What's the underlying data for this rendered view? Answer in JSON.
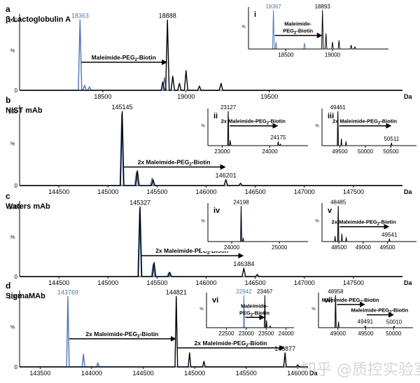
{
  "colors": {
    "primary": "#000000",
    "secondary": "#4a76b5"
  },
  "watermark": "知乎 @质控实验室",
  "chart_data": [
    {
      "panel": "a",
      "type": "line",
      "sample": "β-Lactoglobulin A",
      "xlim": [
        18000,
        20300
      ],
      "xunit": "Da",
      "ylabel": "%",
      "x_ticks": [
        18500,
        19000,
        19500
      ],
      "y_ticks": [
        {
          "v": 0,
          "label": "0"
        },
        {
          "v": 100,
          "label": "100"
        }
      ],
      "series": [
        {
          "color": "secondary",
          "peaks": [
            [
              18363,
              100
            ],
            [
              18390,
              7
            ],
            [
              18420,
              5
            ],
            [
              18870,
              18
            ]
          ]
        },
        {
          "color": "primary",
          "peaks": [
            [
              18888,
              100
            ],
            [
              18860,
              12
            ],
            [
              18920,
              20
            ],
            [
              18960,
              10
            ],
            [
              19000,
              28
            ],
            [
              19080,
              6
            ],
            [
              19210,
              10
            ]
          ]
        }
      ],
      "labels": [
        {
          "text": "18363",
          "x": 18363,
          "color": "secondary"
        },
        {
          "text": "18888",
          "x": 18888,
          "color": "primary"
        }
      ],
      "arrows": [
        {
          "text": "Maleimide-PEG",
          "sub": "2",
          "suffix": "-Biotin",
          "from": 18363,
          "to": 18888,
          "y": 40
        }
      ]
    },
    {
      "panel": "i",
      "type": "line",
      "inset": true,
      "xlim": [
        18100,
        19600
      ],
      "x_ticks": [
        18500,
        19000
      ],
      "ylabel": "%",
      "series": [
        {
          "color": "secondary",
          "peaks": [
            [
              18367,
              100
            ],
            [
              18395,
              18
            ],
            [
              18700,
              15
            ]
          ]
        },
        {
          "color": "primary",
          "peaks": [
            [
              18893,
              100
            ],
            [
              18930,
              40
            ],
            [
              19000,
              18
            ],
            [
              19070,
              22
            ],
            [
              19200,
              10
            ],
            [
              19240,
              6
            ]
          ]
        }
      ],
      "labels": [
        {
          "text": "18367",
          "x": 18367,
          "color": "secondary"
        },
        {
          "text": "18893",
          "x": 18893,
          "color": "primary"
        }
      ],
      "arrows": [
        {
          "text": "Maleimide-",
          "line2": "PEG",
          "sub": "2",
          "suffix": "-Biotin",
          "from": 18367,
          "to": 18893,
          "y": 35
        }
      ]
    },
    {
      "panel": "b",
      "type": "line",
      "sample": "NIST mAb",
      "xlim": [
        144100,
        148000
      ],
      "xunit": "Da",
      "ylabel": "%",
      "x_ticks": [
        144500,
        145000,
        145500,
        146000,
        146500,
        147000,
        147500
      ],
      "y_ticks": [
        {
          "v": 0,
          "label": "0"
        },
        {
          "v": 100,
          "label": "100"
        }
      ],
      "series": [
        {
          "color": "secondary",
          "peaks": [
            [
              145140,
              97
            ],
            [
              145290,
              18
            ],
            [
              145450,
              10
            ]
          ]
        },
        {
          "color": "primary",
          "peaks": [
            [
              145145,
              100
            ],
            [
              145300,
              20
            ],
            [
              145460,
              8
            ],
            [
              146201,
              8
            ],
            [
              146350,
              3
            ]
          ]
        }
      ],
      "labels": [
        {
          "text": "145145",
          "x": 145145,
          "color": "primary"
        },
        {
          "text": "146201",
          "x": 146201,
          "color": "primary"
        }
      ],
      "arrows": [
        {
          "text": "2x Maleimide-PEG",
          "sub": "2",
          "suffix": "-Biotin",
          "from": 145145,
          "to": 146201,
          "y": 25
        }
      ]
    },
    {
      "panel": "ii",
      "type": "line",
      "inset": true,
      "xlim": [
        22700,
        24800
      ],
      "x_ticks": [
        23000,
        24000
      ],
      "ylabel": "%",
      "series": [
        {
          "color": "secondary",
          "peaks": [
            [
              23125,
              98
            ]
          ]
        },
        {
          "color": "primary",
          "peaks": [
            [
              23127,
              100
            ],
            [
              23170,
              15
            ],
            [
              24175,
              12
            ],
            [
              24220,
              5
            ]
          ]
        }
      ],
      "labels": [
        {
          "text": "23127",
          "x": 23127,
          "color": "primary"
        },
        {
          "text": "24175",
          "x": 24175,
          "color": "primary"
        }
      ],
      "arrows": [
        {
          "text": "2x Maleimide-PEG",
          "sub": "2",
          "suffix": "-Biotin",
          "from": 23127,
          "to": 24175,
          "y": 58
        }
      ]
    },
    {
      "panel": "iii",
      "type": "line",
      "inset": true,
      "xlim": [
        49150,
        51000
      ],
      "x_ticks": [
        49500,
        50000,
        50500
      ],
      "ylabel": "%",
      "series": [
        {
          "color": "secondary",
          "peaks": [
            [
              49458,
              98
            ]
          ]
        },
        {
          "color": "primary",
          "peaks": [
            [
              49461,
              100
            ],
            [
              49530,
              20
            ],
            [
              49620,
              12
            ],
            [
              50511,
              8
            ]
          ]
        }
      ],
      "labels": [
        {
          "text": "49461",
          "x": 49461,
          "color": "primary"
        },
        {
          "text": "50511",
          "x": 50511,
          "color": "primary"
        }
      ],
      "arrows": [
        {
          "text": "2x Maleimide-PEG",
          "sub": "2",
          "suffix": "-Biotin",
          "from": 49461,
          "to": 50511,
          "y": 58
        }
      ]
    },
    {
      "panel": "c",
      "type": "line",
      "sample": "Waters mAb",
      "xlim": [
        144100,
        148000
      ],
      "xunit": "Da",
      "ylabel": "%",
      "x_ticks": [
        144500,
        145000,
        145500,
        146000,
        146500,
        147000,
        147500
      ],
      "y_ticks": [
        {
          "v": 0,
          "label": "0"
        },
        {
          "v": 100,
          "label": "100"
        }
      ],
      "series": [
        {
          "color": "secondary",
          "peaks": [
            [
              145322,
              97
            ],
            [
              145460,
              18
            ],
            [
              145620,
              6
            ]
          ]
        },
        {
          "color": "primary",
          "peaks": [
            [
              145327,
              100
            ],
            [
              145470,
              20
            ],
            [
              145630,
              6
            ],
            [
              146384,
              12
            ],
            [
              146520,
              3
            ]
          ]
        }
      ],
      "labels": [
        {
          "text": "145327",
          "x": 145327,
          "color": "primary"
        },
        {
          "text": "146384",
          "x": 146384,
          "color": "primary"
        }
      ],
      "arrows": [
        {
          "text": "2x Maleimide-PEG",
          "sub": "2",
          "suffix": "-Biotin",
          "from": 145327,
          "to": 146384,
          "y": 30
        }
      ]
    },
    {
      "panel": "iv",
      "type": "line",
      "inset": true,
      "xlim": [
        23500,
        25600
      ],
      "x_ticks": [
        24000,
        25000
      ],
      "ylabel": "%",
      "series": [
        {
          "color": "secondary",
          "peaks": [
            [
              24196,
              98
            ]
          ]
        },
        {
          "color": "primary",
          "peaks": [
            [
              24198,
              100
            ],
            [
              24240,
              10
            ]
          ]
        }
      ],
      "labels": [
        {
          "text": "24198",
          "x": 24198,
          "color": "primary"
        }
      ],
      "arrows": []
    },
    {
      "panel": "v",
      "type": "line",
      "inset": true,
      "xlim": [
        48150,
        50100
      ],
      "x_ticks": [
        48500,
        49000,
        49500
      ],
      "ylabel": "%",
      "series": [
        {
          "color": "secondary",
          "peaks": [
            [
              48483,
              98
            ]
          ]
        },
        {
          "color": "primary",
          "peaks": [
            [
              48485,
              100
            ],
            [
              48420,
              15
            ],
            [
              48560,
              22
            ],
            [
              48650,
              12
            ],
            [
              49541,
              8
            ]
          ]
        }
      ],
      "labels": [
        {
          "text": "48485",
          "x": 48485,
          "color": "primary"
        },
        {
          "text": "49541",
          "x": 49541,
          "color": "primary"
        }
      ],
      "arrows": [
        {
          "text": "2x Maleimide-PEG",
          "sub": "2",
          "suffix": "-Biotin",
          "from": 48485,
          "to": 49541,
          "y": 42
        }
      ]
    },
    {
      "panel": "d",
      "type": "line",
      "sample": "SigmaMAb",
      "xlim": [
        143300,
        146100
      ],
      "xunit": "Da",
      "ylabel": "%",
      "x_ticks": [
        143500,
        144000,
        144500,
        145000,
        145500,
        146000
      ],
      "y_ticks": [
        {
          "v": 0,
          "label": "0"
        },
        {
          "v": 100,
          "label": "100"
        }
      ],
      "series": [
        {
          "color": "secondary",
          "peaks": [
            [
              143769,
              100
            ],
            [
              143920,
              18
            ],
            [
              144060,
              6
            ]
          ]
        },
        {
          "color": "primary",
          "peaks": [
            [
              144821,
              100
            ],
            [
              144950,
              20
            ],
            [
              145090,
              8
            ],
            [
              145877,
              20
            ],
            [
              146000,
              3
            ]
          ]
        }
      ],
      "labels": [
        {
          "text": "143769",
          "x": 143769,
          "color": "secondary"
        },
        {
          "text": "144821",
          "x": 144821,
          "color": "primary"
        },
        {
          "text": "145877",
          "x": 145877,
          "color": "primary"
        }
      ],
      "arrows": [
        {
          "text": "2x Maleimide-PEG",
          "sub": "2",
          "suffix": "-Biotin",
          "from": 143769,
          "to": 144821,
          "y": 40
        },
        {
          "text": "2x Maleimide-PEG",
          "sub": "2",
          "suffix": "-Biotin",
          "from": 144821,
          "to": 145877,
          "y": 27
        }
      ]
    },
    {
      "panel": "vi",
      "type": "line",
      "inset": true,
      "xlim": [
        22000,
        24200
      ],
      "x_ticks": [
        22500,
        23000,
        23500,
        24000
      ],
      "ylabel": "%",
      "series": [
        {
          "color": "secondary",
          "peaks": [
            [
              22942,
              100
            ]
          ]
        },
        {
          "color": "primary",
          "peaks": [
            [
              23467,
              100
            ],
            [
              23510,
              22
            ],
            [
              23600,
              6
            ]
          ]
        }
      ],
      "labels": [
        {
          "text": "22942",
          "x": 22942,
          "color": "secondary"
        },
        {
          "text": "23467",
          "x": 23467,
          "color": "primary"
        }
      ],
      "arrows": [
        {
          "text": "Maleimide-",
          "line2": "PEG",
          "sub": "2",
          "suffix": "-Biotin",
          "from": 22942,
          "to": 23467,
          "y": 32
        }
      ]
    },
    {
      "panel": "vii",
      "type": "line",
      "inset": true,
      "xlim": [
        48650,
        50350
      ],
      "x_ticks": [
        49000,
        49500,
        50000
      ],
      "ylabel": "%",
      "series": [
        {
          "color": "secondary",
          "peaks": [
            [
              48955,
              98
            ]
          ]
        },
        {
          "color": "primary",
          "peaks": [
            [
              48958,
              100
            ],
            [
              49010,
              18
            ],
            [
              49491,
              6
            ],
            [
              50010,
              5
            ]
          ]
        }
      ],
      "labels": [
        {
          "text": "48958",
          "x": 48958,
          "color": "primary"
        },
        {
          "text": "49491",
          "x": 49491,
          "color": "primary"
        },
        {
          "text": "50010",
          "x": 50010,
          "color": "primary"
        }
      ],
      "arrows": [
        {
          "text": "Maleimide-PEG",
          "sub": "2",
          "suffix": "-Biotin",
          "from": 48958,
          "to": 49491,
          "y": 72
        },
        {
          "text": "Maleimide-PEG",
          "sub": "2",
          "suffix": "-Biotin",
          "from": 49491,
          "to": 50010,
          "y": 40
        }
      ]
    }
  ]
}
